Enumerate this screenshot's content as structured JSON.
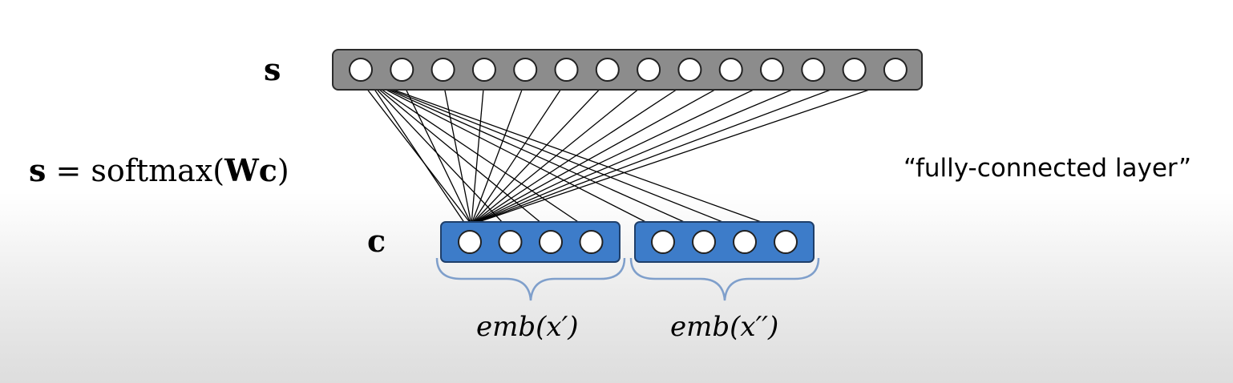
{
  "labels": {
    "output_layer": "s",
    "hidden_layer": "c",
    "formula": {
      "lhs": "s",
      "eq": " = softmax(",
      "weights": "Wc",
      "close": ")"
    },
    "annotation": "“fully-connected layer”",
    "emb_left": "emb(x′)",
    "emb_right": "emb(x′′)"
  },
  "layers": {
    "output": {
      "node_count": 14,
      "color": "#8c8c8c"
    },
    "hidden_left": {
      "node_count": 4,
      "color": "#3d7cc9"
    },
    "hidden_right": {
      "node_count": 4,
      "color": "#3d7cc9"
    }
  },
  "colors": {
    "edge": "#000000",
    "brace": "#7f9fcb",
    "node_fill": "#ffffff"
  }
}
